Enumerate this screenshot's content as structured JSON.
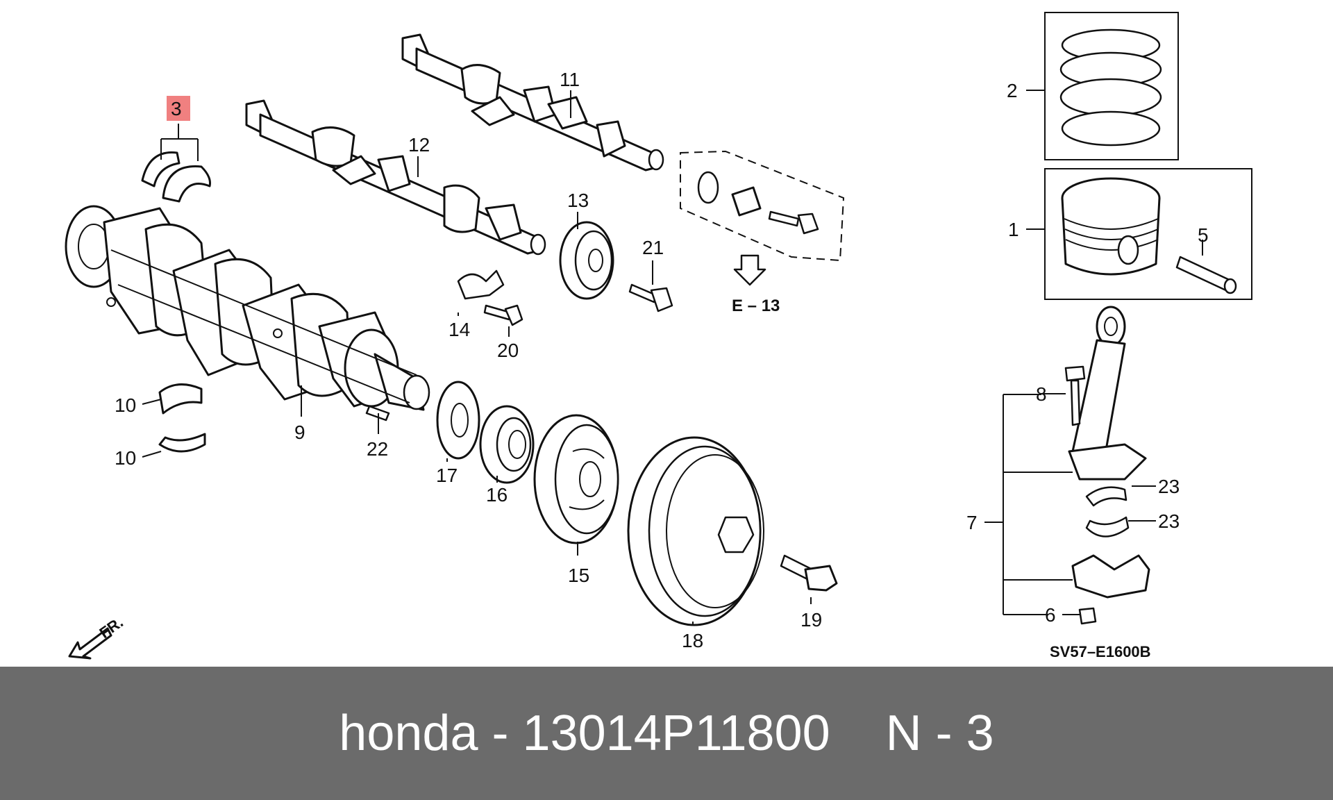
{
  "labels": {
    "p1": "1",
    "p2": "2",
    "p3": "3",
    "p5": "5",
    "p6": "6",
    "p7": "7",
    "p8": "8",
    "p9": "9",
    "p10a": "10",
    "p10b": "10",
    "p11": "11",
    "p12": "12",
    "p13": "13",
    "p14": "14",
    "p15": "15",
    "p16": "16",
    "p17": "17",
    "p18": "18",
    "p19": "19",
    "p20": "20",
    "p21": "21",
    "p22": "22",
    "p23a": "23",
    "p23b": "23"
  },
  "reference": "E – 13",
  "front_marker": "FR.",
  "diagram_code": "SV57–E1600B",
  "highlight_color": "#f08080",
  "footer": {
    "brand": "honda",
    "separator": "-",
    "part_number": "13014P11800",
    "position": "N - 3",
    "background": "#6b6b6b"
  }
}
